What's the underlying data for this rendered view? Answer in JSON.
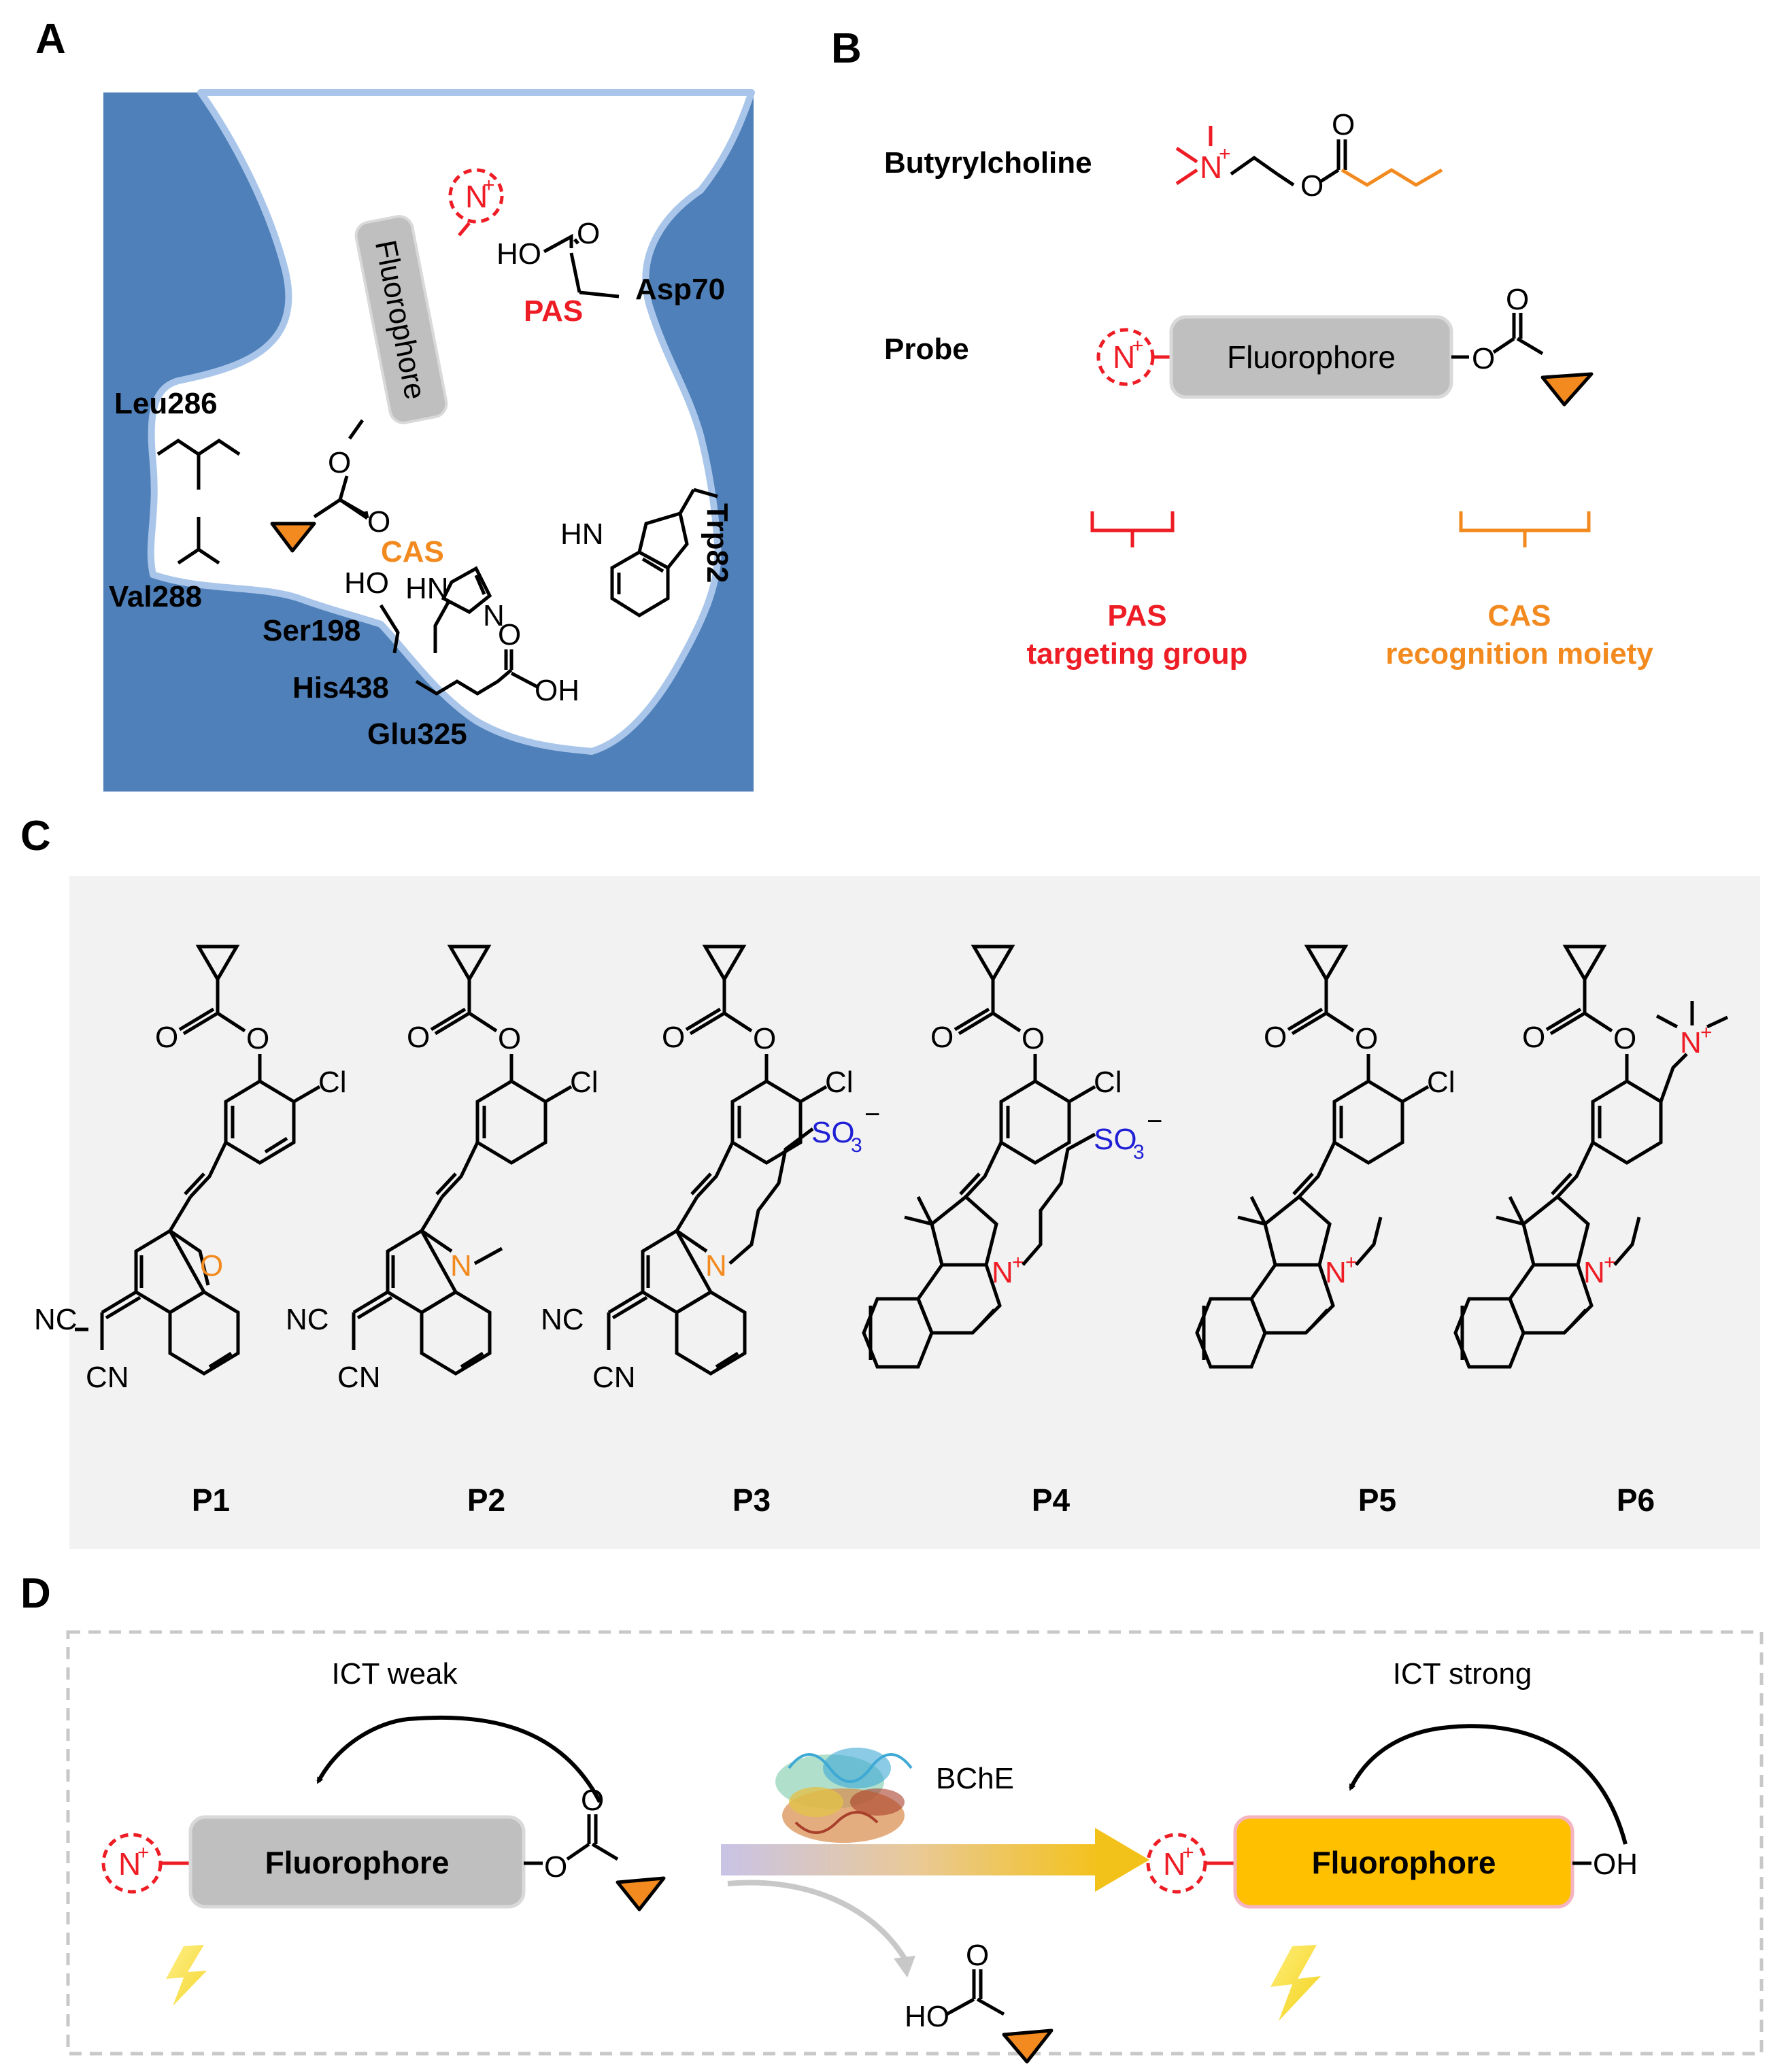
{
  "panels": {
    "a": "A",
    "b": "B",
    "c": "C",
    "d": "D"
  },
  "panel_a": {
    "fluorophore": "Fluorophore",
    "n_plus": "N",
    "plus": "+",
    "ho": "HO",
    "ho2": "HO",
    "oh": "OH",
    "o": "O",
    "hn": "HN",
    "hn2": "HN",
    "n": "N",
    "pas": "PAS",
    "cas": "CAS",
    "residues": {
      "asp70": "Asp70",
      "leu286": "Leu286",
      "val288": "Val288",
      "ser198": "Ser198",
      "his438": "His438",
      "glu325": "Glu325",
      "trp82": "Trp82"
    }
  },
  "panel_b": {
    "butyrylcholine": "Butyrylcholine",
    "probe": "Probe",
    "fluorophore": "Fluorophore",
    "n": "N",
    "plus": "+",
    "o": "O",
    "pas_label_1": "PAS",
    "pas_label_2": "targeting group",
    "cas_label_1": "CAS",
    "cas_label_2": "recognition moiety"
  },
  "panel_c": {
    "probes": [
      "P1",
      "P2",
      "P3",
      "P4",
      "P5",
      "P6"
    ],
    "cl": "Cl",
    "nc": "NC",
    "cn": "CN",
    "o": "O",
    "n": "N",
    "plus": "+",
    "so3": "SO",
    "sub3": "3",
    "minus": "−"
  },
  "panel_d": {
    "ict_weak": "ICT  weak",
    "ict_strong": "ICT  strong",
    "bche": "BChE",
    "fluorophore": "Fluorophore",
    "n": "N",
    "plus": "+",
    "o": "O",
    "oh": "OH",
    "ho": "HO"
  },
  "colors": {
    "pocket_blue": "#4f80b9",
    "pocket_edge": "#a9c6ea",
    "red": "#ee1c24",
    "orange": "#f28a1f",
    "blue_label": "#1f1fd6",
    "gray_box": "#bfbfbf",
    "yellow_box": "#ffc000",
    "panel_c_bg": "#f2f2f2"
  }
}
